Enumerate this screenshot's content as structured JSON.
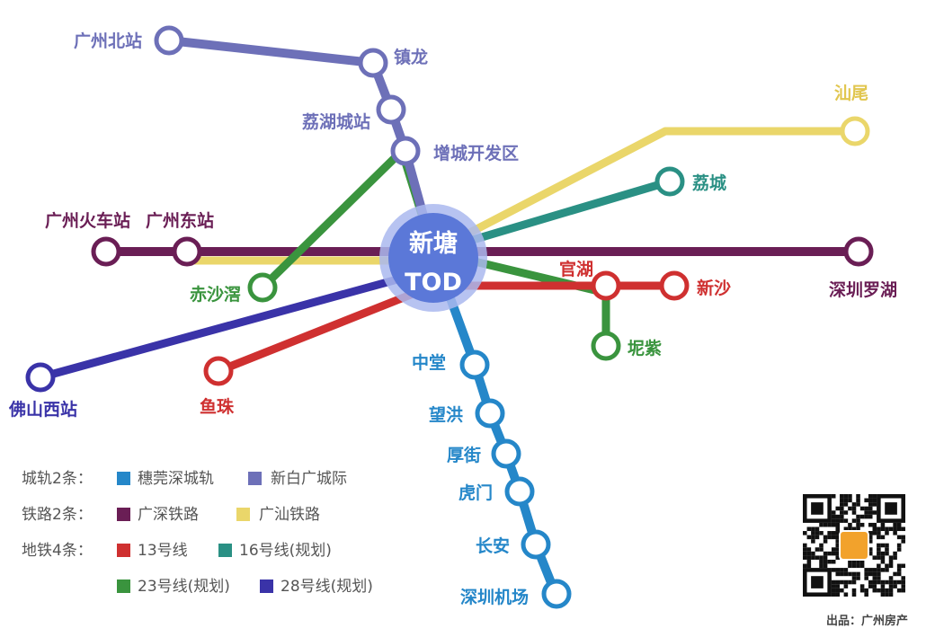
{
  "colors": {
    "sui_guan_shen": "#2587c9",
    "xin_bai_guang": "#6d70b8",
    "guang_shen": "#6a1e55",
    "guang_shan": "#ead66a",
    "line13": "#cf3030",
    "line16": "#2a9084",
    "line23": "#3a943e",
    "line28": "#3a33a8",
    "hub_fill": "#5b78d8",
    "hub_halo": "#aab8ee"
  },
  "hub": {
    "line1": "新塘",
    "line2": "TOD"
  },
  "stations": {
    "guangzhou_north": "广州北站",
    "zhenlong": "镇龙",
    "lihu_city": "荔湖城站",
    "zengcheng_dev": "增城开发区",
    "shanwei": "汕尾",
    "licheng": "荔城",
    "guangzhou_railway": "广州火车站",
    "guangzhou_east": "广州东站",
    "shenzhen_luohu": "深圳罗湖",
    "chishajiao": "赤沙滘",
    "guanhu": "官湖",
    "xinsha": "新沙",
    "nizi": "坭紫",
    "foshan_west": "佛山西站",
    "yuzhu": "鱼珠",
    "zhongtang": "中堂",
    "wanghong": "望洪",
    "houjie": "厚街",
    "humen": "虎门",
    "changan": "长安",
    "shenzhen_airport": "深圳机场"
  },
  "legend": {
    "intercity": {
      "title": "城轨2条：",
      "items": [
        "穗莞深城轨",
        "新白广城际"
      ]
    },
    "railway": {
      "title": "铁路2条：",
      "items": [
        "广深铁路",
        "广汕铁路"
      ]
    },
    "metro": {
      "title": "地铁4条：",
      "items": [
        "13号线",
        "16号线(规划)",
        "23号线(规划)",
        "28号线(规划)"
      ]
    }
  },
  "credit": "出品：广州房产"
}
